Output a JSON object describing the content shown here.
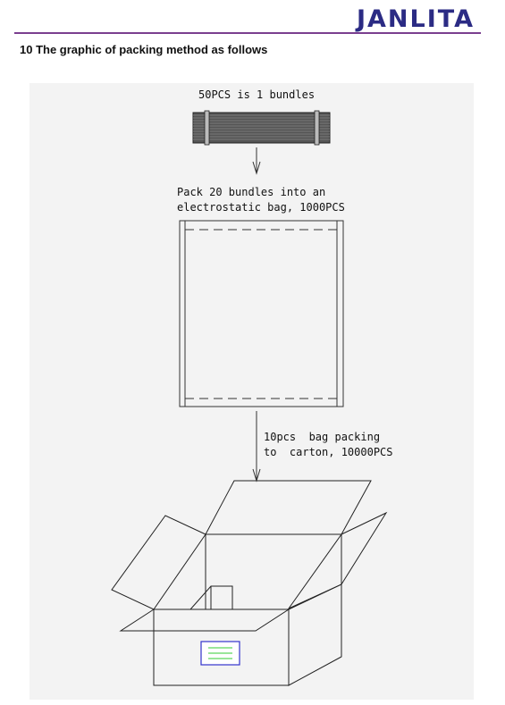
{
  "header": {
    "logo_text": "JANLITA",
    "brand_color": "#2b2b84",
    "rule_color": "#7a3f8f"
  },
  "section": {
    "title": "10 The graphic of packing method as follows"
  },
  "figure": {
    "step1_caption": "50PCS is 1 bundles",
    "step2_caption_line1": "Pack 20 bundles into an",
    "step2_caption_line2": "electrostatic bag, 1000PCS",
    "step3_caption_line1": "10pcs  bag packing",
    "step3_caption_line2": "to  carton, 10000PCS",
    "label_color": "#3333cc",
    "label_lines_color": "#33cc33"
  }
}
